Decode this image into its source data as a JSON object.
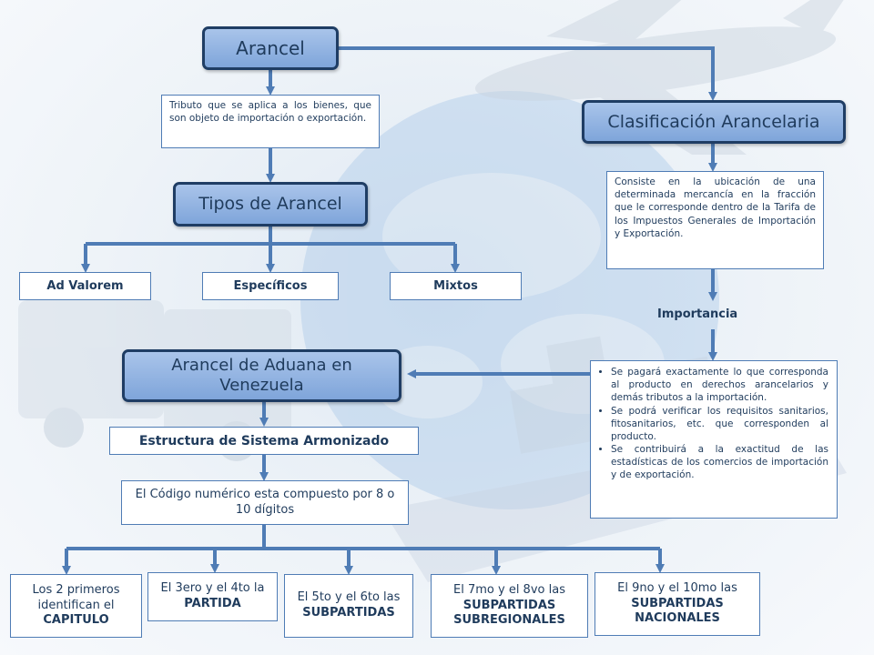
{
  "nodes": {
    "arancel": "Arancel",
    "arancel_desc": "Tributo que se aplica a los bienes, que son objeto de importación o exportación.",
    "clasificacion": "Clasificación Arancelaria",
    "clasificacion_desc": "Consiste en la ubicación de una determinada mercancía en la fracción que le corresponde dentro de la Tarifa de los Impuestos Generales de Importación y Exportación.",
    "tipos": "Tipos de Arancel",
    "ad_valorem": "Ad Valorem",
    "especificos": "Específicos",
    "mixtos": "Mixtos",
    "importancia": "Importancia",
    "importancia_items": [
      "Se pagará exactamente lo que corresponda al producto en derechos arancelarios y demás tributos a la importación.",
      "Se podrá verificar los requisitos sanitarios, fitosanitarios, etc. que corresponden al producto.",
      "Se contribuirá a la exactitud de las estadísticas de los comercios de importación y de exportación."
    ],
    "aduana_line1": "Arancel de Aduana en",
    "aduana_line2": "Venezuela",
    "estructura": "Estructura de Sistema Armonizado",
    "codigo": "El Código numérico esta compuesto por 8 o 10 dígitos",
    "leaf1_text": "Los 2 primeros identifican el",
    "leaf1_strong": "CAPITULO",
    "leaf2_text": "El 3ero y el 4to la",
    "leaf2_strong": "PARTIDA",
    "leaf3_text": "El 5to y el 6to las",
    "leaf3_strong": "SUBPARTIDAS",
    "leaf4_text": "El 7mo y el 8vo las",
    "leaf4_strong": "SUBPARTIDAS SUBREGIONALES",
    "leaf5_text": "El 9no y el 10mo las",
    "leaf5_strong": "SUBPARTIDAS NACIONALES"
  },
  "colors": {
    "accent": "#4f7cb5",
    "title_fill": "#8fb1e0",
    "title_border": "#1f3d64",
    "text": "#1f3b5c"
  },
  "icons": [
    "arrow-down-icon",
    "arrow-left-icon",
    "airplane-icon",
    "globe-icon",
    "ship-icon",
    "truck-icon"
  ]
}
